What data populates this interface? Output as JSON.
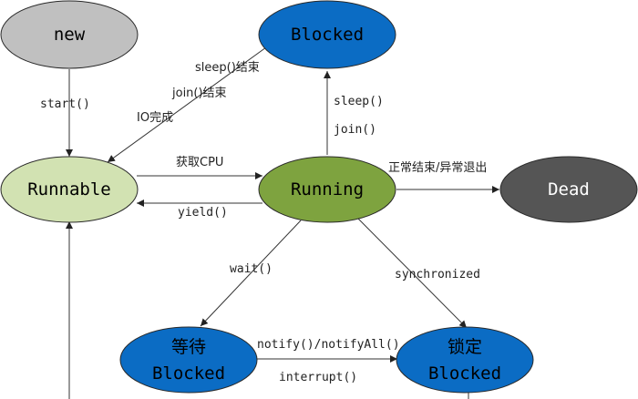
{
  "states": {
    "new": {
      "label": "new",
      "fill": "#c0c0c0",
      "text_color": "#000000"
    },
    "blocked_top": {
      "label": "Blocked",
      "fill": "#0b6cc4",
      "text_color": "#000000"
    },
    "runnable": {
      "label": "Runnable",
      "fill": "#d2e2b2",
      "text_color": "#000000"
    },
    "running": {
      "label": "Running",
      "fill": "#7ea33f",
      "text_color": "#000000"
    },
    "dead": {
      "label": "Dead",
      "fill": "#555555",
      "text_color": "#ffffff"
    },
    "wait_blocked": {
      "label_line1": "等待",
      "label_line2": "Blocked",
      "fill": "#0b6cc4",
      "text_color": "#000000"
    },
    "lock_blocked": {
      "label_line1": "锁定",
      "label_line2": "Blocked",
      "fill": "#0b6cc4",
      "text_color": "#000000"
    }
  },
  "transitions": {
    "start": "start()",
    "sleep_end": "sleep()结束",
    "join_end": "join()结束",
    "io_done": "IO完成",
    "sleep": "sleep()",
    "join": "join()",
    "get_cpu": "获取CPU",
    "yield": "yield()",
    "normal_exit": "正常结束/异常退出",
    "wait": "wait()",
    "synchronized": "synchronized",
    "notify": "notify()/notifyAll()",
    "interrupt": "interrupt()"
  }
}
